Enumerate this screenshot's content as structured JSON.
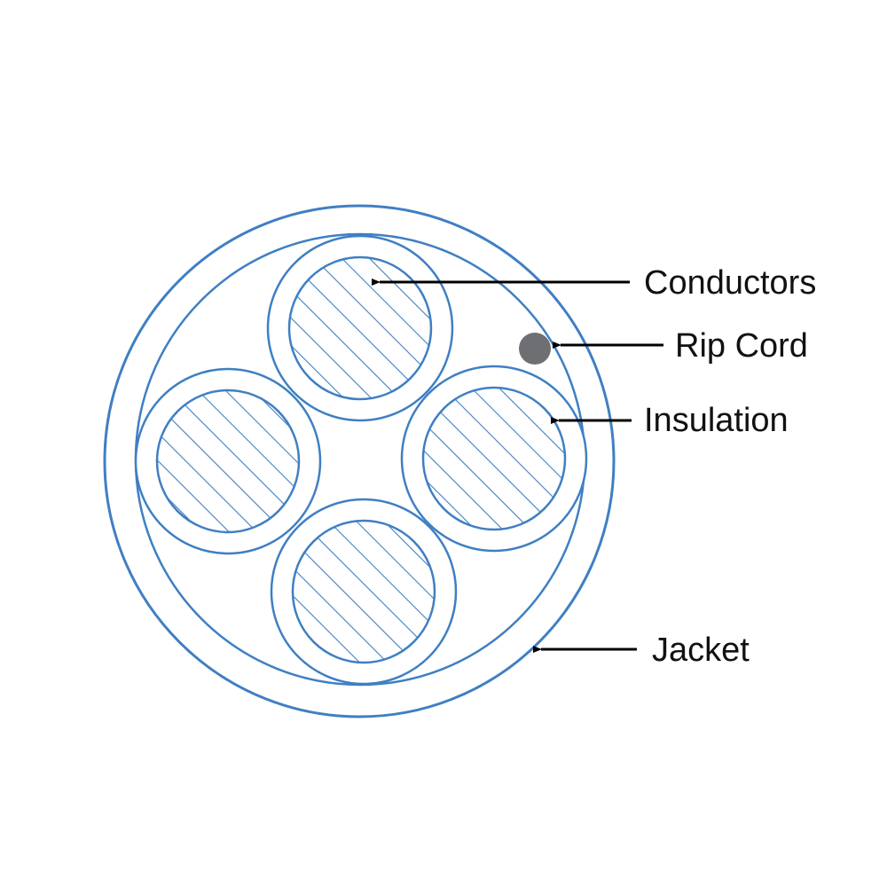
{
  "colors": {
    "outline": "#3f7fc3",
    "hatch": "#3f7fc3",
    "rip_cord": "#6d6f73",
    "arrow": "#000000",
    "text": "#111111",
    "background": "#ffffff"
  },
  "labels": {
    "conductors": "Conductors",
    "rip_cord": "Rip Cord",
    "insulation": "Insulation",
    "jacket": "Jacket"
  }
}
